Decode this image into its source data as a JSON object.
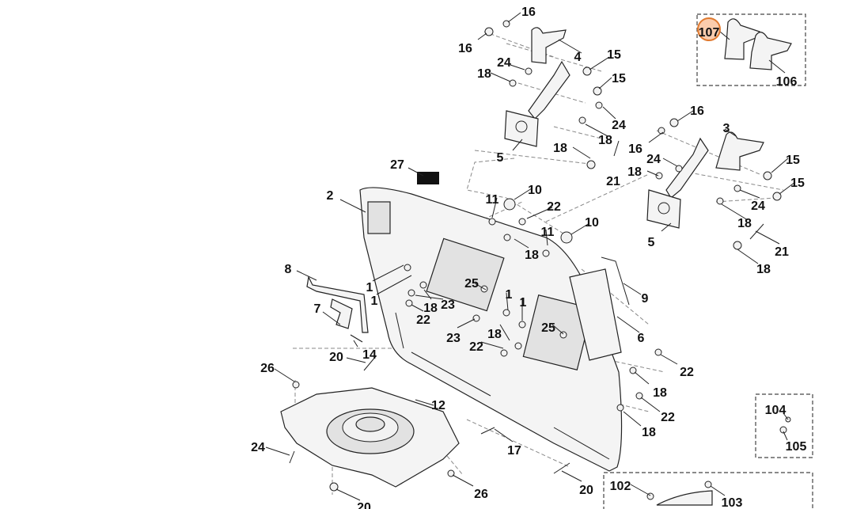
{
  "diagram": {
    "highlighted_callout": "107",
    "highlight_color": "#e07a30",
    "callouts": [
      "16",
      "16",
      "4",
      "15",
      "15",
      "24",
      "18",
      "24",
      "18",
      "5",
      "18",
      "21",
      "107",
      "106",
      "16",
      "3",
      "16",
      "24",
      "18",
      "15",
      "15",
      "24",
      "18",
      "21",
      "5",
      "18",
      "27",
      "2",
      "11",
      "10",
      "22",
      "11",
      "10",
      "18",
      "8",
      "1",
      "1",
      "25",
      "18",
      "23",
      "22",
      "7",
      "1",
      "1",
      "18",
      "25",
      "23",
      "22",
      "14",
      "9",
      "6",
      "22",
      "20",
      "26",
      "18",
      "12",
      "22",
      "18",
      "17",
      "24",
      "20",
      "26",
      "104",
      "105",
      "102",
      "103",
      "20"
    ]
  }
}
